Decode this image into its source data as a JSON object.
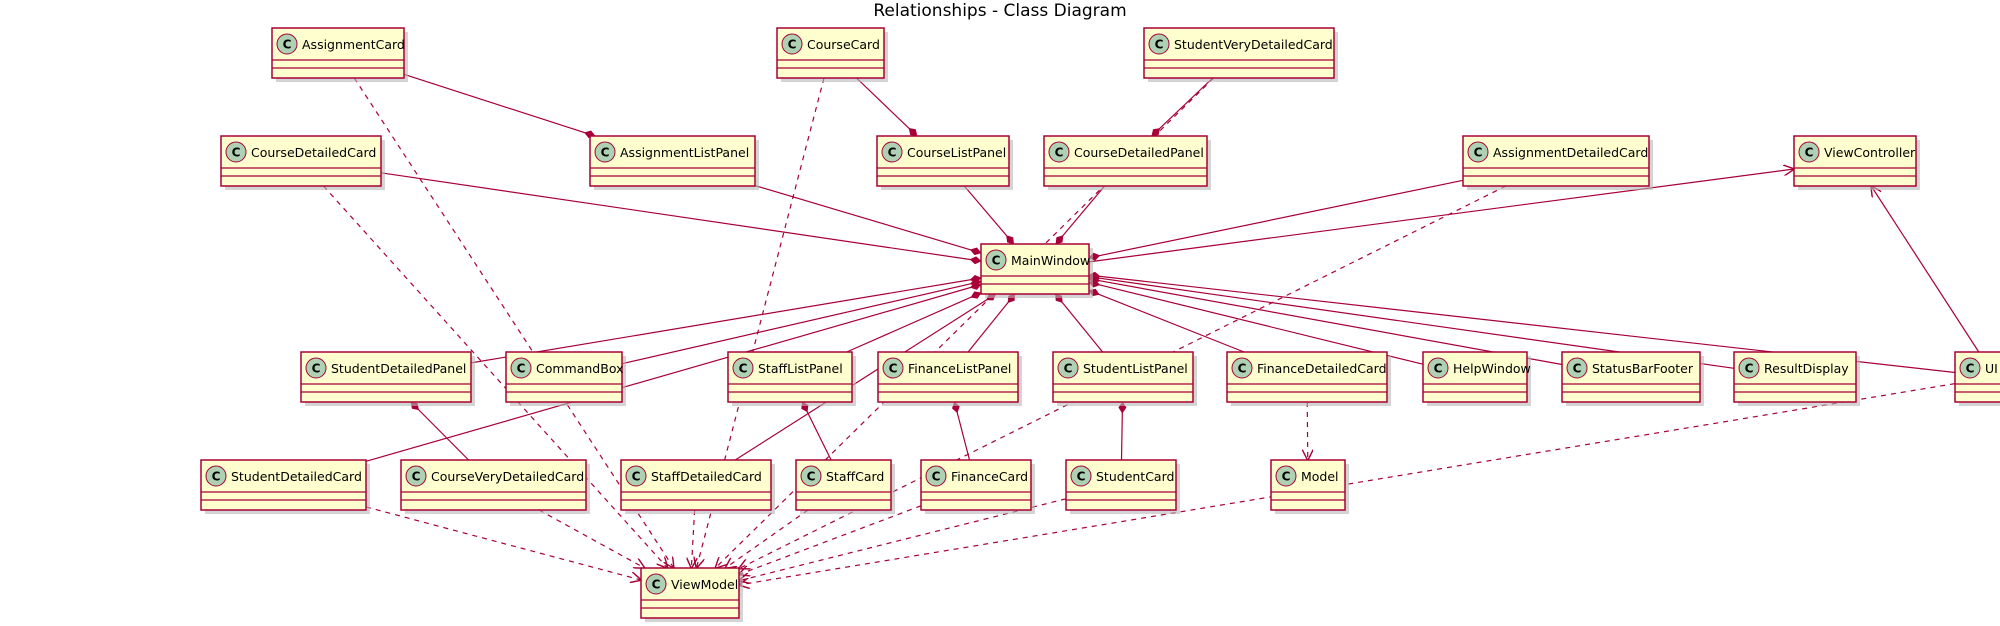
{
  "title": "Relationships - Class Diagram",
  "colors": {
    "edge": "#A80036",
    "box_fill": "#FEFECE",
    "box_border": "#A80036",
    "badge_fill": "#ADD1B2",
    "shadow": "#b8b8b8"
  },
  "classes": [
    {
      "id": "AssignmentCard",
      "label": "AssignmentCard",
      "badge": "C"
    },
    {
      "id": "CourseCard",
      "label": "CourseCard",
      "badge": "C"
    },
    {
      "id": "StudentVeryDetailedCard",
      "label": "StudentVeryDetailedCard",
      "badge": "C"
    },
    {
      "id": "CourseDetailedCard",
      "label": "CourseDetailedCard",
      "badge": "C"
    },
    {
      "id": "AssignmentListPanel",
      "label": "AssignmentListPanel",
      "badge": "C"
    },
    {
      "id": "CourseListPanel",
      "label": "CourseListPanel",
      "badge": "C"
    },
    {
      "id": "CourseDetailedPanel",
      "label": "CourseDetailedPanel",
      "badge": "C"
    },
    {
      "id": "AssignmentDetailedCard",
      "label": "AssignmentDetailedCard",
      "badge": "C"
    },
    {
      "id": "ViewController",
      "label": "ViewController",
      "badge": "C"
    },
    {
      "id": "MainWindow",
      "label": "MainWindow",
      "badge": "C"
    },
    {
      "id": "StudentDetailedPanel",
      "label": "StudentDetailedPanel",
      "badge": "C"
    },
    {
      "id": "CommandBox",
      "label": "CommandBox",
      "badge": "C"
    },
    {
      "id": "StaffListPanel",
      "label": "StaffListPanel",
      "badge": "C"
    },
    {
      "id": "FinanceListPanel",
      "label": "FinanceListPanel",
      "badge": "C"
    },
    {
      "id": "StudentListPanel",
      "label": "StudentListPanel",
      "badge": "C"
    },
    {
      "id": "FinanceDetailedCard",
      "label": "FinanceDetailedCard",
      "badge": "C"
    },
    {
      "id": "HelpWindow",
      "label": "HelpWindow",
      "badge": "C"
    },
    {
      "id": "StatusBarFooter",
      "label": "StatusBarFooter",
      "badge": "C"
    },
    {
      "id": "ResultDisplay",
      "label": "ResultDisplay",
      "badge": "C"
    },
    {
      "id": "UI",
      "label": "UI",
      "badge": "C"
    },
    {
      "id": "StudentDetailedCard",
      "label": "StudentDetailedCard",
      "badge": "C"
    },
    {
      "id": "CourseVeryDetailedCard",
      "label": "CourseVeryDetailedCard",
      "badge": "C"
    },
    {
      "id": "StaffDetailedCard",
      "label": "StaffDetailedCard",
      "badge": "C"
    },
    {
      "id": "StaffCard",
      "label": "StaffCard",
      "badge": "C"
    },
    {
      "id": "FinanceCard",
      "label": "FinanceCard",
      "badge": "C"
    },
    {
      "id": "StudentCard",
      "label": "StudentCard",
      "badge": "C"
    },
    {
      "id": "Model",
      "label": "Model",
      "badge": "C"
    },
    {
      "id": "ViewModel",
      "label": "ViewModel",
      "badge": "C"
    }
  ],
  "relationships": [
    {
      "from": "AssignmentCard",
      "to": "AssignmentListPanel",
      "type": "composition"
    },
    {
      "from": "CourseCard",
      "to": "CourseListPanel",
      "type": "composition"
    },
    {
      "from": "StudentVeryDetailedCard",
      "to": "CourseDetailedPanel",
      "type": "composition"
    },
    {
      "from": "CourseDetailedCard",
      "to": "MainWindow",
      "type": "composition"
    },
    {
      "from": "AssignmentListPanel",
      "to": "MainWindow",
      "type": "composition"
    },
    {
      "from": "CourseListPanel",
      "to": "MainWindow",
      "type": "composition"
    },
    {
      "from": "CourseDetailedPanel",
      "to": "MainWindow",
      "type": "composition"
    },
    {
      "from": "AssignmentDetailedCard",
      "to": "MainWindow",
      "type": "composition"
    },
    {
      "from": "MainWindow",
      "to": "ViewController",
      "type": "association"
    },
    {
      "from": "UI",
      "to": "ViewController",
      "type": "association"
    },
    {
      "from": "StudentDetailedCard",
      "to": "MainWindow",
      "type": "composition"
    },
    {
      "from": "StudentDetailedPanel",
      "to": "MainWindow",
      "type": "composition"
    },
    {
      "from": "CommandBox",
      "to": "MainWindow",
      "type": "composition"
    },
    {
      "from": "StaffDetailedCard",
      "to": "MainWindow",
      "type": "composition"
    },
    {
      "from": "StaffListPanel",
      "to": "MainWindow",
      "type": "composition"
    },
    {
      "from": "FinanceListPanel",
      "to": "MainWindow",
      "type": "composition"
    },
    {
      "from": "StudentListPanel",
      "to": "MainWindow",
      "type": "composition"
    },
    {
      "from": "FinanceDetailedCard",
      "to": "MainWindow",
      "type": "composition"
    },
    {
      "from": "HelpWindow",
      "to": "MainWindow",
      "type": "composition"
    },
    {
      "from": "StatusBarFooter",
      "to": "MainWindow",
      "type": "composition"
    },
    {
      "from": "ResultDisplay",
      "to": "MainWindow",
      "type": "composition"
    },
    {
      "from": "UI",
      "to": "MainWindow",
      "type": "composition"
    },
    {
      "from": "CourseVeryDetailedCard",
      "to": "StudentDetailedPanel",
      "type": "composition"
    },
    {
      "from": "StaffCard",
      "to": "StaffListPanel",
      "type": "composition"
    },
    {
      "from": "FinanceCard",
      "to": "FinanceListPanel",
      "type": "composition"
    },
    {
      "from": "StudentCard",
      "to": "StudentListPanel",
      "type": "composition"
    },
    {
      "from": "FinanceDetailedCard",
      "to": "Model",
      "type": "dependency"
    },
    {
      "from": "AssignmentCard",
      "to": "ViewModel",
      "type": "dependency"
    },
    {
      "from": "CourseCard",
      "to": "ViewModel",
      "type": "dependency"
    },
    {
      "from": "CourseDetailedCard",
      "to": "ViewModel",
      "type": "dependency"
    },
    {
      "from": "StudentDetailedCard",
      "to": "ViewModel",
      "type": "dependency"
    },
    {
      "from": "CourseVeryDetailedCard",
      "to": "ViewModel",
      "type": "dependency"
    },
    {
      "from": "StaffDetailedCard",
      "to": "ViewModel",
      "type": "dependency"
    },
    {
      "from": "StaffCard",
      "to": "ViewModel",
      "type": "dependency"
    },
    {
      "from": "FinanceCard",
      "to": "ViewModel",
      "type": "dependency"
    },
    {
      "from": "StudentCard",
      "to": "ViewModel",
      "type": "dependency"
    },
    {
      "from": "AssignmentDetailedCard",
      "to": "ViewModel",
      "type": "dependency"
    },
    {
      "from": "StudentVeryDetailedCard",
      "to": "ViewModel",
      "type": "dependency"
    },
    {
      "from": "UI",
      "to": "ViewModel",
      "type": "dependency"
    }
  ]
}
